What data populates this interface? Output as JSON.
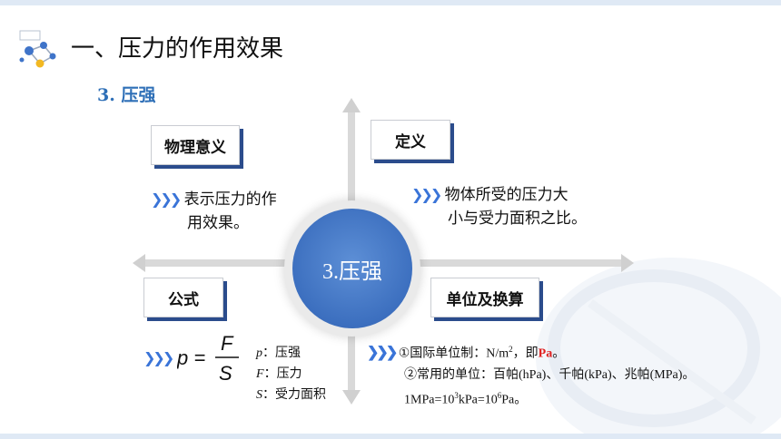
{
  "header": {
    "title": "一、压力的作用效果",
    "subtitle_num": "3.",
    "subtitle_text": "压强"
  },
  "center": {
    "label": "3.压强"
  },
  "quadrants": {
    "meaning": {
      "title": "物理意义",
      "line1": "表示压力的作",
      "line2": "用效果。"
    },
    "definition": {
      "title": "定义",
      "line1": "物体所受的压力大",
      "line2": "小与受力面积之比。"
    },
    "formula": {
      "title": "公式",
      "lhs": "p =",
      "numerator": "F",
      "denominator": "S",
      "defs": [
        {
          "sym": "p",
          "sep": "：",
          "meaning": "压强"
        },
        {
          "sym": "F",
          "sep": "：",
          "meaning": "压力"
        },
        {
          "sym": "S",
          "sep": "：",
          "meaning": "受力面积"
        }
      ]
    },
    "units": {
      "title": "单位及换算",
      "line1_prefix": "①国际单位制：",
      "line1_unit": "N/m",
      "line1_sup": "2",
      "line1_mid": "，即",
      "line1_pa": "Pa",
      "line1_end": "。",
      "line2": "②常用的单位：百帕(hPa)、千帕(kPa)、兆帕(MPa)。",
      "line3_a": "1MPa=10",
      "line3_sup1": "3",
      "line3_b": "kPa=10",
      "line3_sup2": "6",
      "line3_c": "Pa。"
    }
  },
  "bullet": "❯❯❯",
  "colors": {
    "accent": "#2e6fb7",
    "circle": "#3c6fbf",
    "shadow": "#2b4c8c",
    "highlight": "#e02020"
  }
}
